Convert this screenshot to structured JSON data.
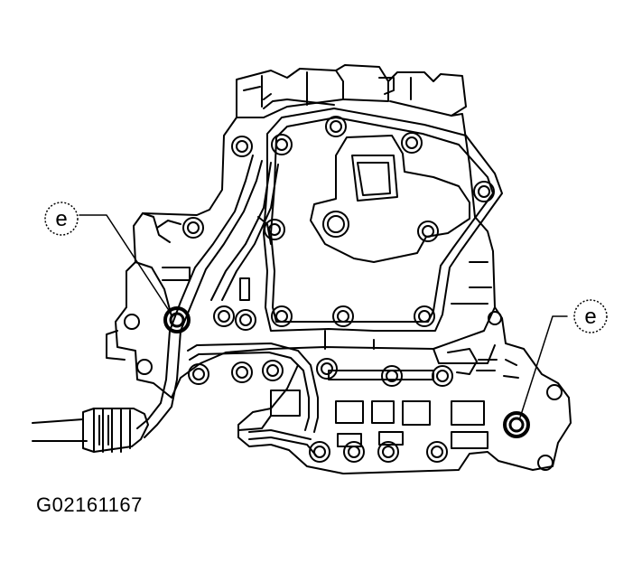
{
  "diagram": {
    "callouts": [
      {
        "id": "left",
        "label": "e"
      },
      {
        "id": "right",
        "label": "e"
      }
    ],
    "figure_id": "G02161167",
    "line_color": "#000000",
    "background": "#ffffff",
    "highlighted_bolt_count": 2
  }
}
